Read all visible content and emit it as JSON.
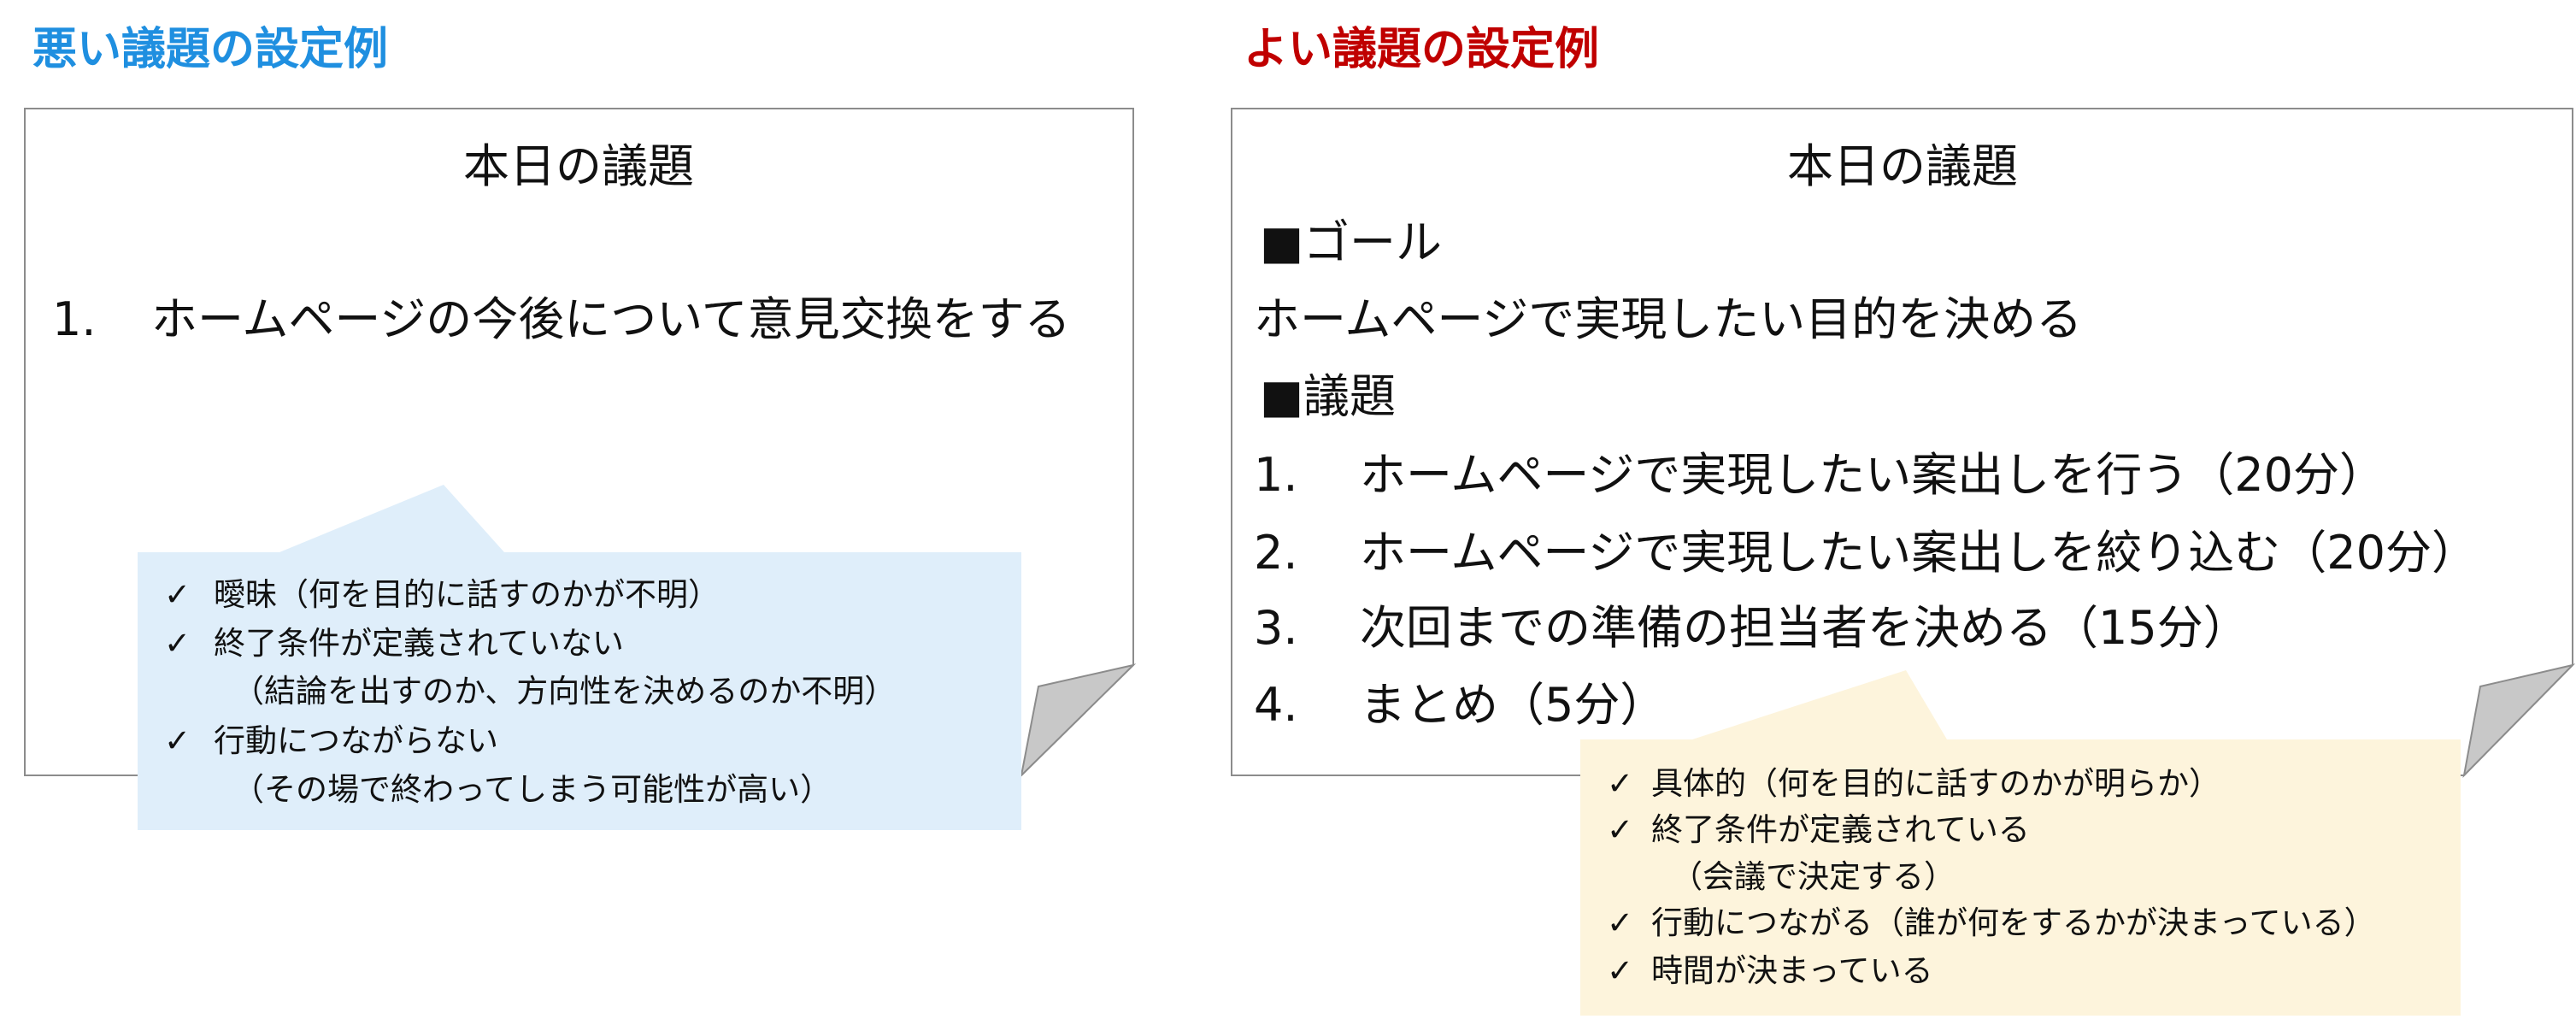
{
  "colors": {
    "bad_title": "#1f8fe0",
    "good_title": "#c00000",
    "bad_callout": "#dfeefa",
    "good_callout": "#fdf4dc",
    "fold": "#c8c8c8"
  },
  "bad": {
    "title": "悪い議題の設定例",
    "card_title": "本日の議題",
    "items": [
      {
        "num": "1.",
        "text": "ホームページの今後について意見交換をする"
      }
    ],
    "callout": [
      {
        "check": "✓",
        "text": "曖昧（何を目的に話すのかが不明）"
      },
      {
        "check": "✓",
        "text": "終了条件が定義されていない"
      },
      {
        "check": "",
        "text": "（結論を出すのか、方向性を決めるのか不明）"
      },
      {
        "check": "✓",
        "text": "行動につながらない"
      },
      {
        "check": "",
        "text": "（その場で終わってしまう可能性が高い）"
      }
    ]
  },
  "good": {
    "title": "よい議題の設定例",
    "card_title": "本日の議題",
    "goal_heading": "■ゴール",
    "goal_text": "ホームページで実現したい目的を決める",
    "agenda_heading": "■議題",
    "items": [
      {
        "num": "1.",
        "text": "ホームページで実現したい案出しを行う（20分）"
      },
      {
        "num": "2.",
        "text": "ホームページで実現したい案出しを絞り込む（20分）"
      },
      {
        "num": "3.",
        "text": "次回までの準備の担当者を決める（15分）"
      },
      {
        "num": "4.",
        "text": "まとめ（5分）"
      }
    ],
    "callout": [
      {
        "check": "✓",
        "text": "具体的（何を目的に話すのかが明らか）"
      },
      {
        "check": "✓",
        "text": "終了条件が定義されている"
      },
      {
        "check": "",
        "text": "（会議で決定する）"
      },
      {
        "check": "✓",
        "text": "行動につながる（誰が何をするかが決まっている）"
      },
      {
        "check": "✓",
        "text": "時間が決まっている"
      }
    ]
  }
}
